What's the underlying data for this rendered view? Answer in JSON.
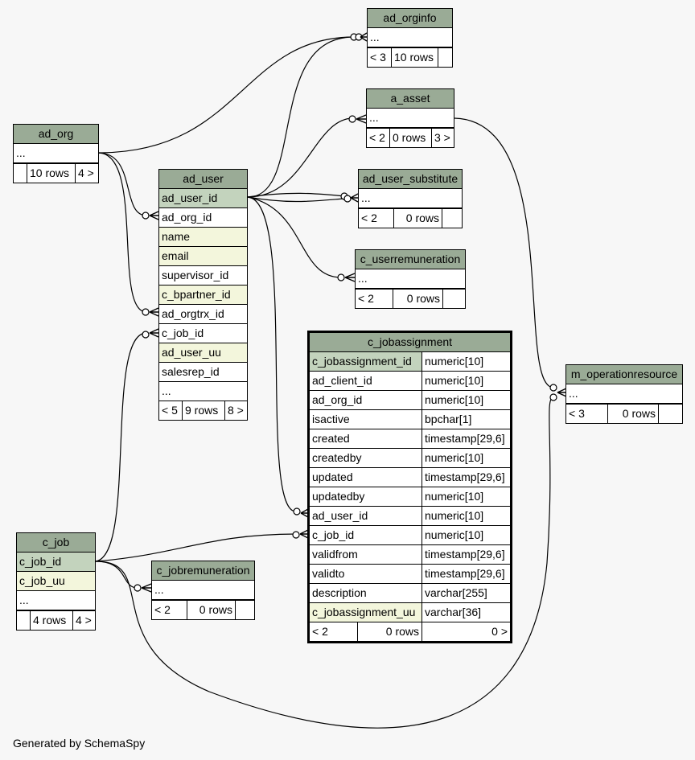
{
  "credit": "Generated by SchemaSpy",
  "ad_orginfo": {
    "title": "ad_orginfo",
    "rows": [
      "..."
    ],
    "foot": [
      "< 3",
      "10 rows",
      ""
    ]
  },
  "a_asset": {
    "title": "a_asset",
    "rows": [
      "..."
    ],
    "foot": [
      "< 2",
      "0 rows",
      "3 >"
    ]
  },
  "ad_org": {
    "title": "ad_org",
    "rows": [
      "..."
    ],
    "foot": [
      "",
      "10 rows",
      "4 >"
    ]
  },
  "ad_user_substitute": {
    "title": "ad_user_substitute",
    "rows": [
      "..."
    ],
    "foot": [
      "< 2",
      "0 rows",
      ""
    ]
  },
  "c_userremuneration": {
    "title": "c_userremuneration",
    "rows": [
      "..."
    ],
    "foot": [
      "< 2",
      "0 rows",
      ""
    ]
  },
  "ad_user": {
    "title": "ad_user",
    "rows": [
      "ad_user_id",
      "ad_org_id",
      "name",
      "email",
      "supervisor_id",
      "c_bpartner_id",
      "ad_orgtrx_id",
      "c_job_id",
      "ad_user_uu",
      "salesrep_id",
      "..."
    ],
    "foot": [
      "< 5",
      "9 rows",
      "8 >"
    ]
  },
  "c_jobassignment": {
    "title": "c_jobassignment",
    "columns": [
      {
        "name": "c_jobassignment_id",
        "type": "numeric[10]"
      },
      {
        "name": "ad_client_id",
        "type": "numeric[10]"
      },
      {
        "name": "ad_org_id",
        "type": "numeric[10]"
      },
      {
        "name": "isactive",
        "type": "bpchar[1]"
      },
      {
        "name": "created",
        "type": "timestamp[29,6]"
      },
      {
        "name": "createdby",
        "type": "numeric[10]"
      },
      {
        "name": "updated",
        "type": "timestamp[29,6]"
      },
      {
        "name": "updatedby",
        "type": "numeric[10]"
      },
      {
        "name": "ad_user_id",
        "type": "numeric[10]"
      },
      {
        "name": "c_job_id",
        "type": "numeric[10]"
      },
      {
        "name": "validfrom",
        "type": "timestamp[29,6]"
      },
      {
        "name": "validto",
        "type": "timestamp[29,6]"
      },
      {
        "name": "description",
        "type": "varchar[255]"
      },
      {
        "name": "c_jobassignment_uu",
        "type": "varchar[36]"
      }
    ],
    "foot": [
      "< 2",
      "0 rows",
      "0 >"
    ]
  },
  "m_operationresource": {
    "title": "m_operationresource",
    "rows": [
      "..."
    ],
    "foot": [
      "< 3",
      "0 rows",
      ""
    ]
  },
  "c_job": {
    "title": "c_job",
    "rows": [
      "c_job_id",
      "c_job_uu",
      "..."
    ],
    "foot": [
      "",
      "4 rows",
      "4 >"
    ]
  },
  "c_jobremuneration": {
    "title": "c_jobremuneration",
    "rows": [
      "..."
    ],
    "foot": [
      "< 2",
      "0 rows",
      ""
    ]
  }
}
